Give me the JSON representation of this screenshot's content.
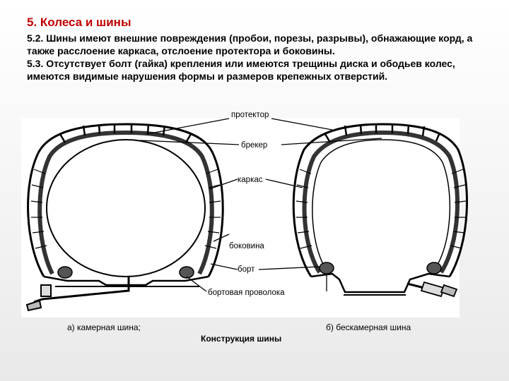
{
  "heading": "5. Колеса и шины",
  "paragraphs": [
    "5.2. Шины имеют внешние повреждения (пробои, порезы, разрывы), обнажающие корд, а также расслоение каркаса, отслоение протектора и боковины.",
    "5.3. Отсутствует болт (гайка) крепления или имеются трещины диска и ободьев колес, имеются видимые нарушения формы и размеров крепежных отверстий."
  ],
  "diagram": {
    "labels": {
      "tread": "протектор",
      "breaker": "брекер",
      "carcass": "каркас",
      "sidewall": "боковина",
      "bead": "борт",
      "bead_wire": "бортовая проволока"
    },
    "caption_left": "а) камерная шина;",
    "caption_right": "б) бескамерная шина",
    "caption_center": "Конструкция шины"
  }
}
